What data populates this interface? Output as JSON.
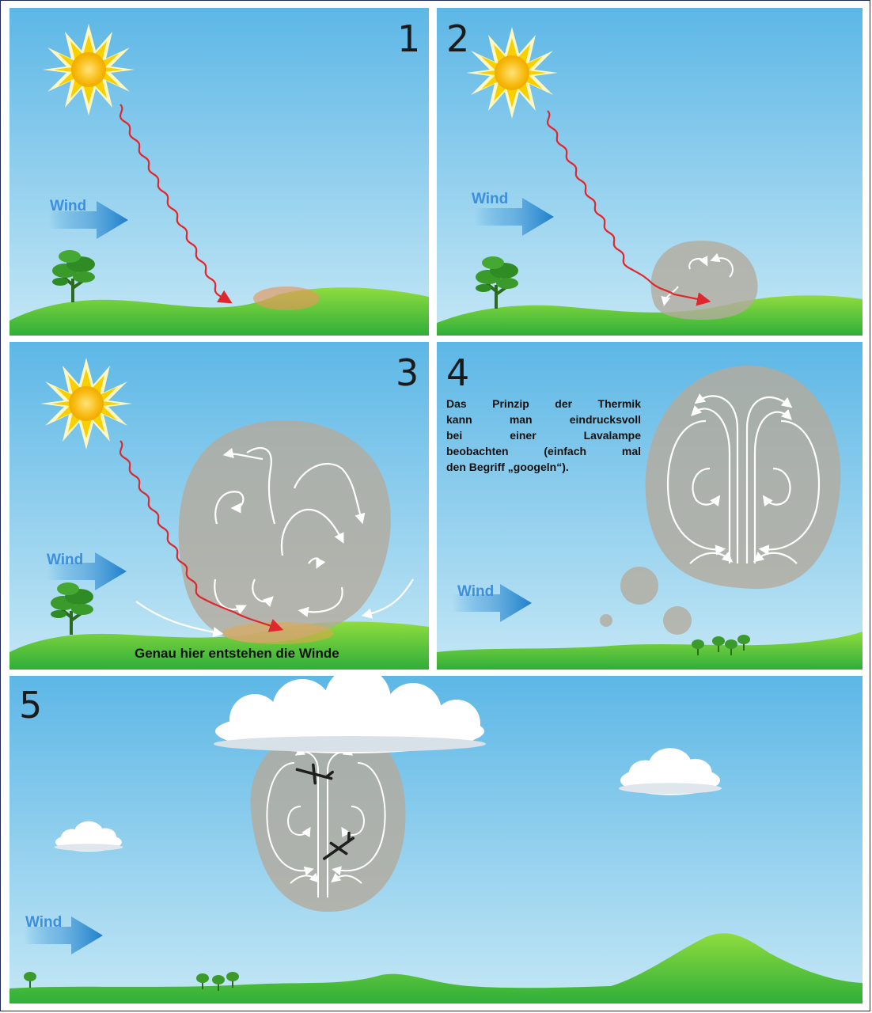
{
  "panels": [
    {
      "number": "1",
      "wind": "Wind"
    },
    {
      "number": "2",
      "wind": "Wind"
    },
    {
      "number": "3",
      "wind": "Wind",
      "caption": "Genau hier entstehen die Winde"
    },
    {
      "number": "4",
      "wind": "Wind",
      "note_lines": [
        "Das Prinzip der Thermik",
        "kann man eindrucksvoll",
        "bei einer Lavalampe",
        "beobachten (einfach mal",
        "den Begriff „googeln“)."
      ]
    },
    {
      "number": "5",
      "wind": "Wind"
    }
  ],
  "icons": [
    "sun-icon",
    "tree-icon",
    "wind-arrow-icon",
    "cloud-icon",
    "glider-icon",
    "heat-ray-icon"
  ],
  "colors": {
    "sky_top": "#5db7e6",
    "sky_bottom": "#bfe5f4",
    "grass": "#4fc23a",
    "wind_text": "#3d8fdc",
    "wind_arrow": "#2e8fd6",
    "ray": "#e0272d",
    "bubble": "#b3ab9e",
    "sun_core": "#f5b800"
  }
}
